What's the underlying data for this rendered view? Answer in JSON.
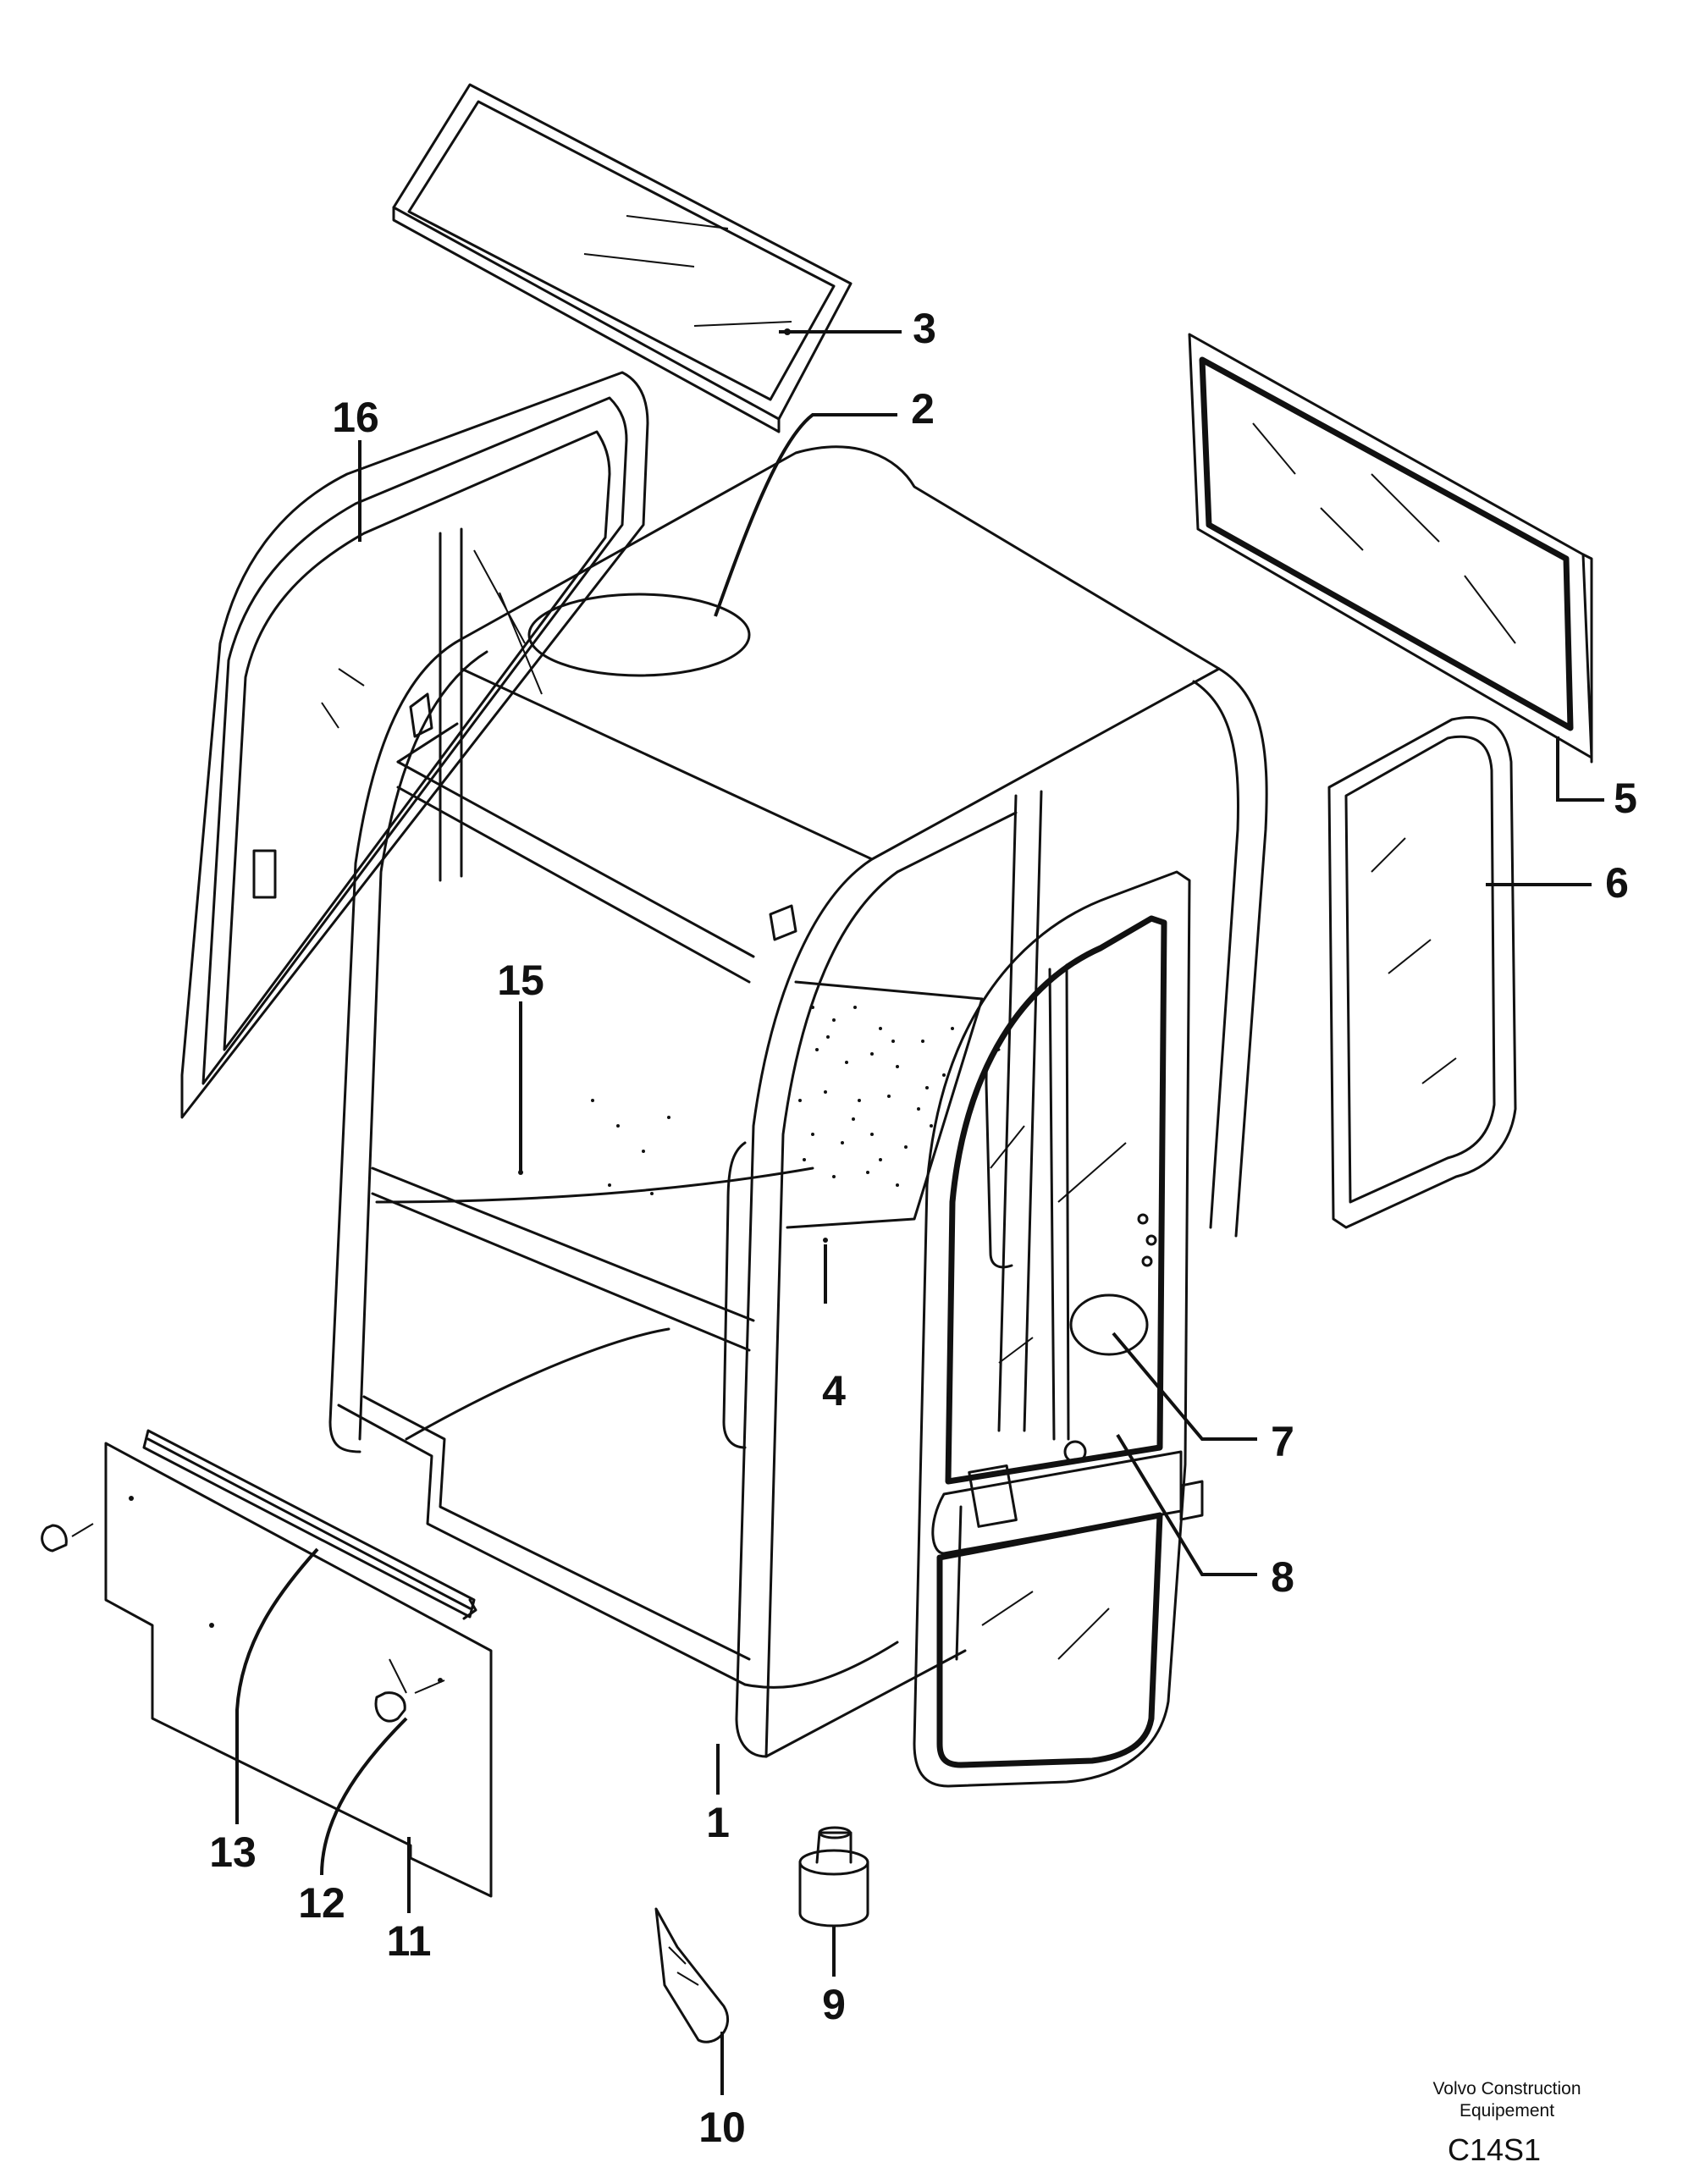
{
  "callouts": [
    {
      "number": "1",
      "part": "cab-frame"
    },
    {
      "number": "2",
      "part": "roof-opening"
    },
    {
      "number": "3",
      "part": "roof-window"
    },
    {
      "number": "4",
      "part": "rear-panel"
    },
    {
      "number": "5",
      "part": "rear-window"
    },
    {
      "number": "6",
      "part": "side-window"
    },
    {
      "number": "7",
      "part": "door-opening"
    },
    {
      "number": "8",
      "part": "door"
    },
    {
      "number": "9",
      "part": "damper"
    },
    {
      "number": "10",
      "part": "wedge"
    },
    {
      "number": "11",
      "part": "front-lower-panel"
    },
    {
      "number": "12",
      "part": "fastener"
    },
    {
      "number": "13",
      "part": "seal-strip"
    },
    {
      "number": "15",
      "part": "floor-panel"
    },
    {
      "number": "16",
      "part": "front-window"
    }
  ],
  "footer": {
    "maker_line1": "Volvo Construction",
    "maker_line2": "Equipement",
    "figure_code": "C14S1"
  }
}
